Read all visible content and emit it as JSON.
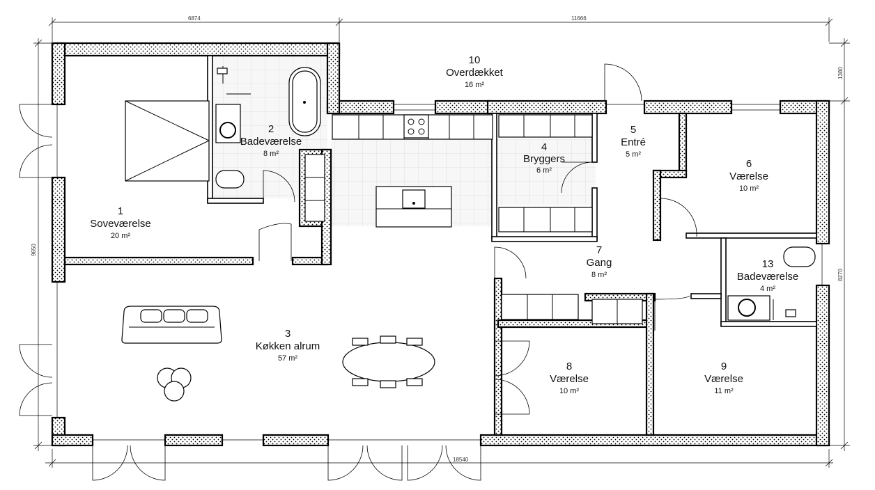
{
  "dimensions": {
    "top_left": "6874",
    "top_right": "11666",
    "bottom": "18540",
    "left": "9650",
    "right_top": "1380",
    "right_main": "8270"
  },
  "rooms": [
    {
      "id": "r1",
      "number": "1",
      "name": "Soveværelse",
      "area": "20 m²"
    },
    {
      "id": "r2",
      "number": "2",
      "name": "Badeværelse",
      "area": "8 m²"
    },
    {
      "id": "r3",
      "number": "3",
      "name": "Køkken alrum",
      "area": "57 m²"
    },
    {
      "id": "r4",
      "number": "4",
      "name": "Bryggers",
      "area": "6 m²"
    },
    {
      "id": "r5",
      "number": "5",
      "name": "Entré",
      "area": "5 m²"
    },
    {
      "id": "r6",
      "number": "6",
      "name": "Værelse",
      "area": "10 m²"
    },
    {
      "id": "r7",
      "number": "7",
      "name": "Gang",
      "area": "8 m²"
    },
    {
      "id": "r8",
      "number": "8",
      "name": "Værelse",
      "area": "10 m²"
    },
    {
      "id": "r9",
      "number": "9",
      "name": "Værelse",
      "area": "11 m²"
    },
    {
      "id": "r10",
      "number": "10",
      "name": "Overdækket",
      "area": "16 m²"
    },
    {
      "id": "r13",
      "number": "13",
      "name": "Badeværelse",
      "area": "4 m²"
    }
  ]
}
